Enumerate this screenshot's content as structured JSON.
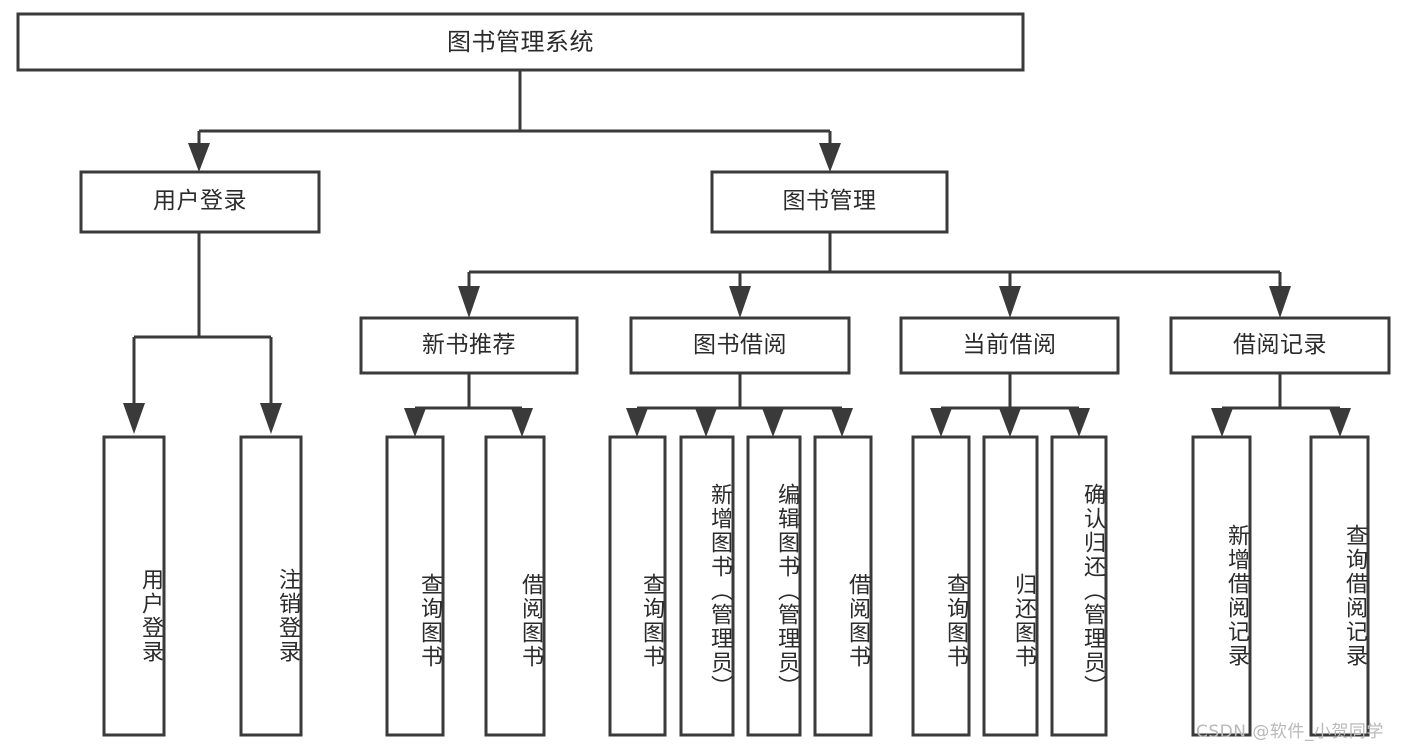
{
  "diagram": {
    "title": "图书管理系统",
    "watermark": "CSDN @软件_小贺同学",
    "colors": {
      "stroke": "#3a3a3a",
      "box_fill": "#ffffff",
      "text": "#2b2b2b",
      "watermark": "#b9b9b9",
      "background": "#ffffff"
    },
    "nodes": {
      "root": {
        "label": "图书管理系统"
      },
      "level2": [
        {
          "id": "user-login",
          "label": "用户登录"
        },
        {
          "id": "book-management",
          "label": "图书管理"
        }
      ],
      "level3": [
        {
          "id": "new-book-recommend",
          "label": "新书推荐"
        },
        {
          "id": "book-borrow",
          "label": "图书借阅"
        },
        {
          "id": "current-borrow",
          "label": "当前借阅"
        },
        {
          "id": "borrow-record",
          "label": "借阅记录"
        }
      ],
      "leaves": {
        "user-login": [
          {
            "id": "leaf-user-login",
            "label": "用户登录"
          },
          {
            "id": "leaf-logout-login",
            "label": "注销登录"
          }
        ],
        "new-book-recommend": [
          {
            "id": "leaf-query-book-1",
            "label": "查询图书"
          },
          {
            "id": "leaf-borrow-book-1",
            "label": "借阅图书"
          }
        ],
        "book-borrow": [
          {
            "id": "leaf-query-book-2",
            "label": "查询图书"
          },
          {
            "id": "leaf-add-book",
            "label": "新增图书（管理员）"
          },
          {
            "id": "leaf-edit-book",
            "label": "编辑图书（管理员）"
          },
          {
            "id": "leaf-borrow-book-2",
            "label": "借阅图书"
          }
        ],
        "current-borrow": [
          {
            "id": "leaf-query-book-3",
            "label": "查询图书"
          },
          {
            "id": "leaf-return-book",
            "label": "归还图书"
          },
          {
            "id": "leaf-confirm-return",
            "label": "确认归还（管理员）"
          }
        ],
        "borrow-record": [
          {
            "id": "leaf-add-record",
            "label": "新增借阅记录"
          },
          {
            "id": "leaf-query-record",
            "label": "查询借阅记录"
          }
        ]
      }
    }
  }
}
